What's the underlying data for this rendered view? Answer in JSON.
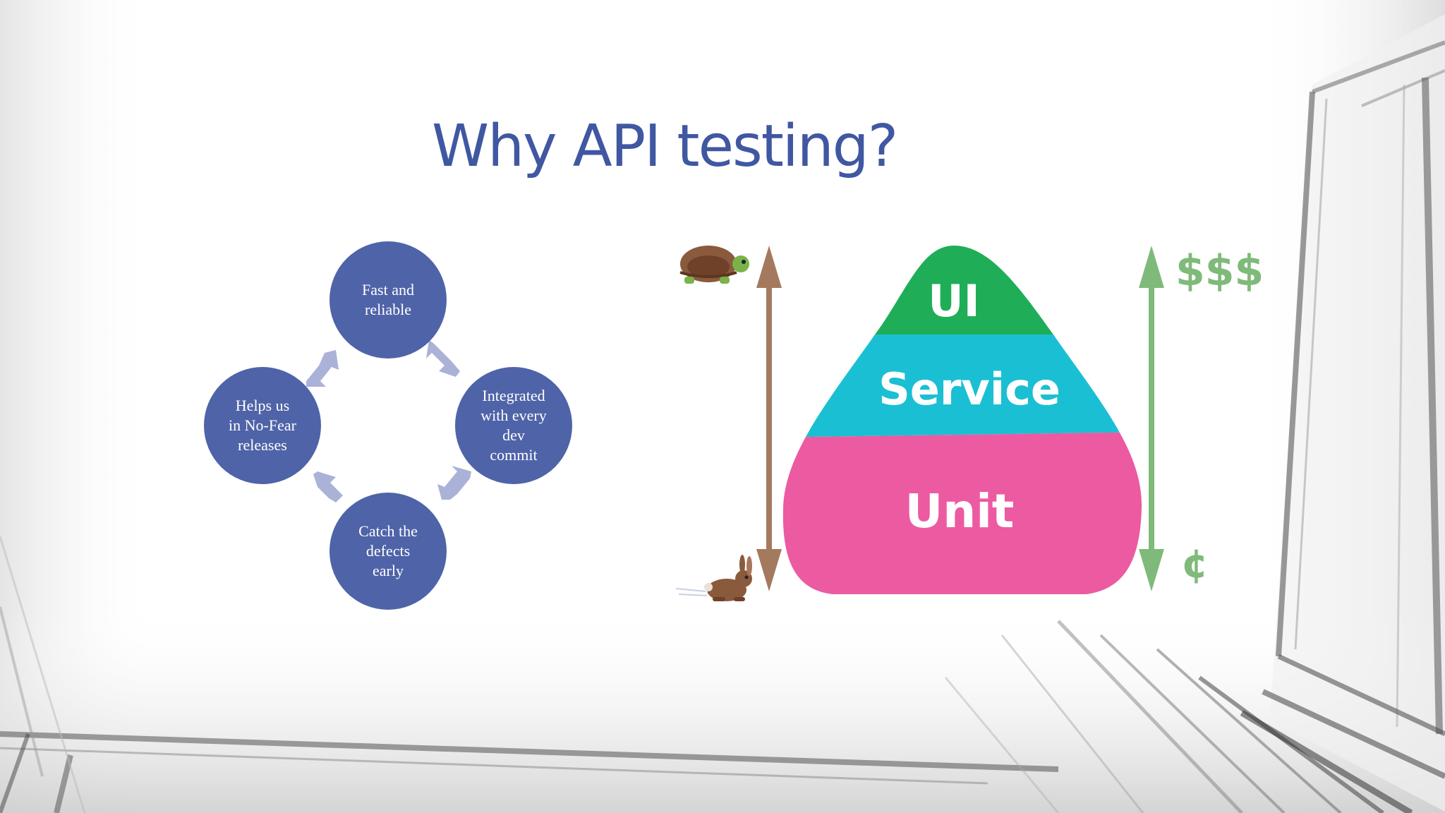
{
  "slide": {
    "title": "Why API testing?"
  },
  "cycle": {
    "items": [
      {
        "id": "top",
        "label": "Fast and\nreliable"
      },
      {
        "id": "right",
        "label": "Integrated\nwith every\ndev\ncommit"
      },
      {
        "id": "bottom",
        "label": "Catch the\ndefects\nearly"
      },
      {
        "id": "left",
        "label": "Helps us\nin No-Fear\nreleases"
      }
    ],
    "colors": {
      "circle": "#4f63a8",
      "arrow": "#aab2d8"
    }
  },
  "pyramid": {
    "layers": [
      {
        "label": "UI",
        "color": "#1fae57"
      },
      {
        "label": "Service",
        "color": "#1bbfd3"
      },
      {
        "label": "Unit",
        "color": "#ec5aa2"
      }
    ],
    "speed_axis": {
      "top_icon": "turtle-icon",
      "bottom_icon": "rabbit-icon",
      "color": "#a47a5f"
    },
    "cost_axis": {
      "top_label": "$$$",
      "bottom_label": "¢",
      "color": "#7fba7a"
    }
  }
}
